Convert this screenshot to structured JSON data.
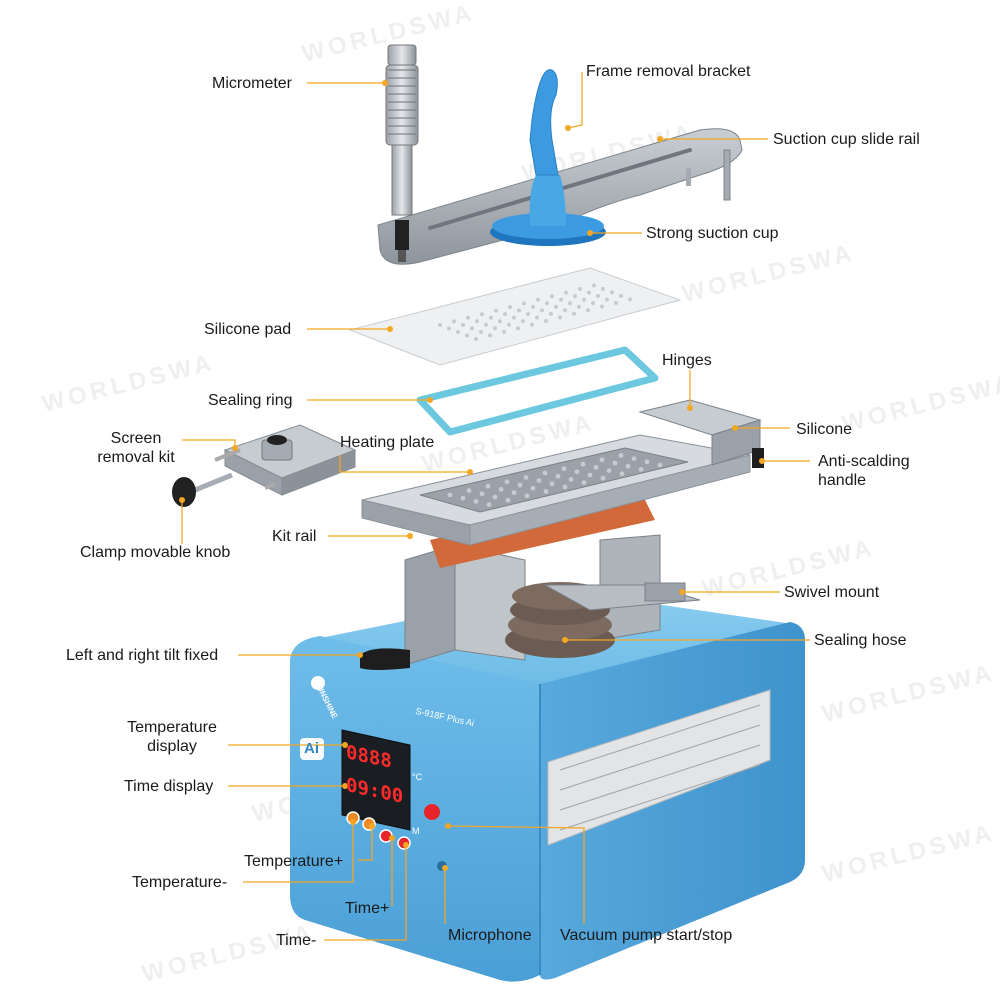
{
  "brand": {
    "logo_text": "SUNSHINE",
    "model": "S-918F Plus Ai",
    "ai_badge": "Ai",
    "watermark": "WORLDSWA"
  },
  "display": {
    "temperature": "0888",
    "time": "09:00",
    "unit_c": "°C",
    "unit_m": "M"
  },
  "colors": {
    "label_line": "#f5a623",
    "base_blue": "#5aaee0",
    "metal": "#a7adb4",
    "suction_blue": "#3c9be0",
    "sealing_ring": "#6cc8de",
    "led_red": "#e8242b"
  },
  "labels": {
    "micrometer": "Micrometer",
    "frame_removal_bracket": "Frame removal bracket",
    "suction_cup_slide_rail": "Suction cup slide rail",
    "strong_suction_cup": "Strong suction cup",
    "silicone_pad": "Silicone pad",
    "hinges": "Hinges",
    "sealing_ring": "Sealing ring",
    "screen_removal_kit_1": "Screen",
    "screen_removal_kit_2": "removal kit",
    "heating_plate": "Heating plate",
    "silicone": "Silicone",
    "anti_scalding_1": "Anti-scalding",
    "anti_scalding_2": "handle",
    "kit_rail": "Kit rail",
    "clamp_movable_knob": "Clamp movable knob",
    "swivel_mount": "Swivel mount",
    "sealing_hose": "Sealing hose",
    "left_right_tilt": "Left and right tilt fixed",
    "temperature_display_1": "Temperature",
    "temperature_display_2": "display",
    "time_display": "Time display",
    "temperature_plus": "Temperature+",
    "temperature_minus": "Temperature-",
    "time_plus": "Time+",
    "time_minus": "Time-",
    "microphone": "Microphone",
    "vacuum_pump": "Vacuum pump start/stop"
  }
}
